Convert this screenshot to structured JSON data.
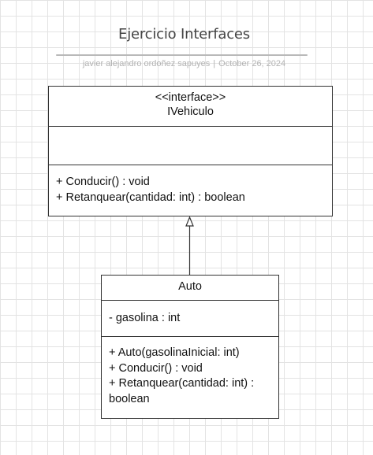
{
  "header": {
    "title": "Ejercicio Interfaces",
    "author": "javier alejandro ordoñez sapuyes",
    "separator": "|",
    "date": "October 26, 2024"
  },
  "diagram": {
    "classes": [
      {
        "id": "IVehiculo",
        "stereotype": "<<interface>>",
        "name": "IVehiculo",
        "attributes": [],
        "methods": [
          "+ Conducir() : void",
          "+ Retanquear(cantidad: int) : boolean"
        ]
      },
      {
        "id": "Auto",
        "stereotype": "",
        "name": "Auto",
        "attributes": [
          "- gasolina : int"
        ],
        "methods": [
          "+ Auto(gasolinaInicial: int)",
          "+ Conducir() : void",
          "+ Retanquear(cantidad: int) : boolean"
        ]
      }
    ],
    "relationships": [
      {
        "type": "realization",
        "from": "Auto",
        "to": "IVehiculo"
      }
    ]
  },
  "colors": {
    "border": "#333333",
    "title": "#444444",
    "meta": "#b3b3b3",
    "grid": "#e3e3e3"
  }
}
